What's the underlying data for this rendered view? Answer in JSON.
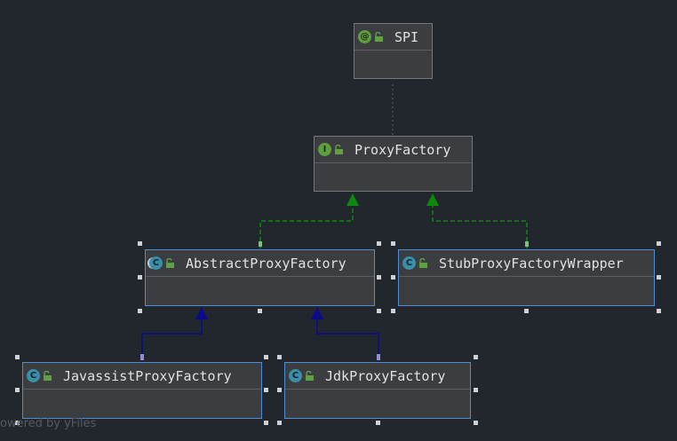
{
  "diagram": {
    "nodes": {
      "spi": {
        "label": "SPI",
        "kind": "annotation",
        "badge": "@"
      },
      "proxy_factory": {
        "label": "ProxyFactory",
        "kind": "interface",
        "badge": "I"
      },
      "abstract_proxy_factory": {
        "label": "AbstractProxyFactory",
        "kind": "abstract-class",
        "badge": "C"
      },
      "stub_proxy_factory_wrapper": {
        "label": "StubProxyFactoryWrapper",
        "kind": "class",
        "badge": "C"
      },
      "javassist_proxy_factory": {
        "label": "JavassistProxyFactory",
        "kind": "class",
        "badge": "C"
      },
      "jdk_proxy_factory": {
        "label": "JdkProxyFactory",
        "kind": "class",
        "badge": "C"
      }
    },
    "edges": [
      {
        "from": "proxy_factory",
        "to": "spi",
        "type": "annotated-by"
      },
      {
        "from": "abstract_proxy_factory",
        "to": "proxy_factory",
        "type": "implements"
      },
      {
        "from": "stub_proxy_factory_wrapper",
        "to": "proxy_factory",
        "type": "implements"
      },
      {
        "from": "javassist_proxy_factory",
        "to": "abstract_proxy_factory",
        "type": "extends"
      },
      {
        "from": "jdk_proxy_factory",
        "to": "abstract_proxy_factory",
        "type": "extends"
      }
    ],
    "colors": {
      "background": "#22272e",
      "implements_edge": "#0d8a0d",
      "extends_edge": "#0a0a8a",
      "selection": "#4f8fd6",
      "lock_icon": "#5fa043"
    }
  },
  "watermark": "owered by yFiles"
}
